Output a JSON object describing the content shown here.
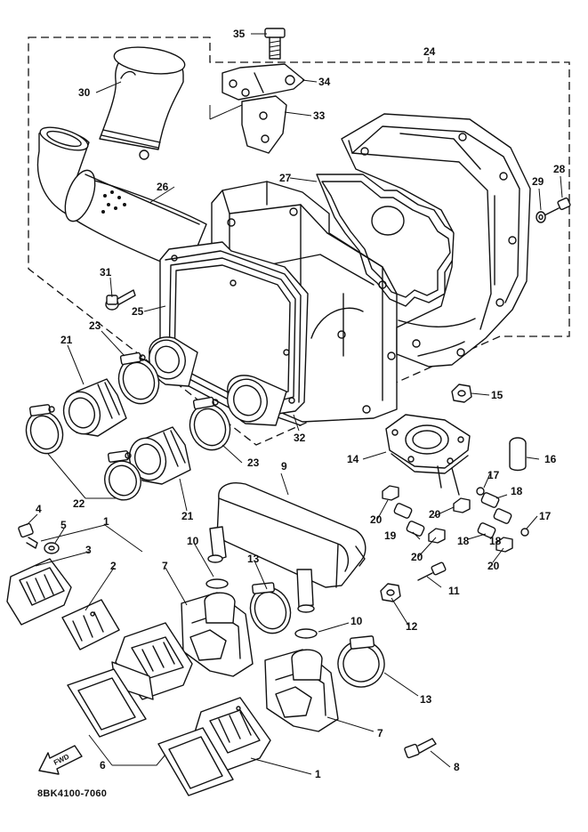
{
  "catalog_code": "8BK4100-7060",
  "fwd_label": "FWD",
  "callouts": [
    "1",
    "2",
    "3",
    "4",
    "5",
    "6",
    "7",
    "8",
    "9",
    "10",
    "11",
    "12",
    "13",
    "14",
    "15",
    "16",
    "17",
    "18",
    "19",
    "20",
    "21",
    "22",
    "23",
    "24",
    "25",
    "26",
    "27",
    "28",
    "29",
    "30",
    "31",
    "32",
    "33",
    "34",
    "35"
  ]
}
